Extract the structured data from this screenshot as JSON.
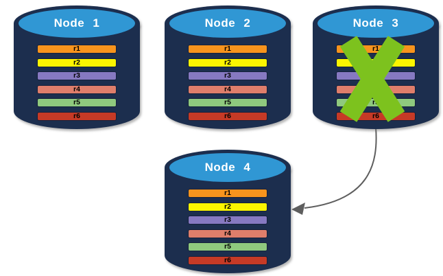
{
  "nodes": [
    {
      "label": "Node 1",
      "failed": false
    },
    {
      "label": "Node 2",
      "failed": false
    },
    {
      "label": "Node 3",
      "failed": true
    },
    {
      "label": "Node 4",
      "failed": false
    }
  ],
  "rows": [
    {
      "label": "r1",
      "color": "#F7941D"
    },
    {
      "label": "r2",
      "color": "#FCF500"
    },
    {
      "label": "r3",
      "color": "#8679C1"
    },
    {
      "label": "r4",
      "color": "#DF7E6B"
    },
    {
      "label": "r5",
      "color": "#8FC97E"
    },
    {
      "label": "r6",
      "color": "#C63A26"
    }
  ],
  "arrow": {
    "from": "Node 3",
    "to": "Node 4",
    "color": "#5E5E5E"
  },
  "colors": {
    "cylinder_body": "#1C2E4E",
    "cylinder_top": "#3097D4",
    "failure_x": "#7DC21E",
    "row_text": "#000000",
    "node_label_text": "#FFFFFF"
  }
}
